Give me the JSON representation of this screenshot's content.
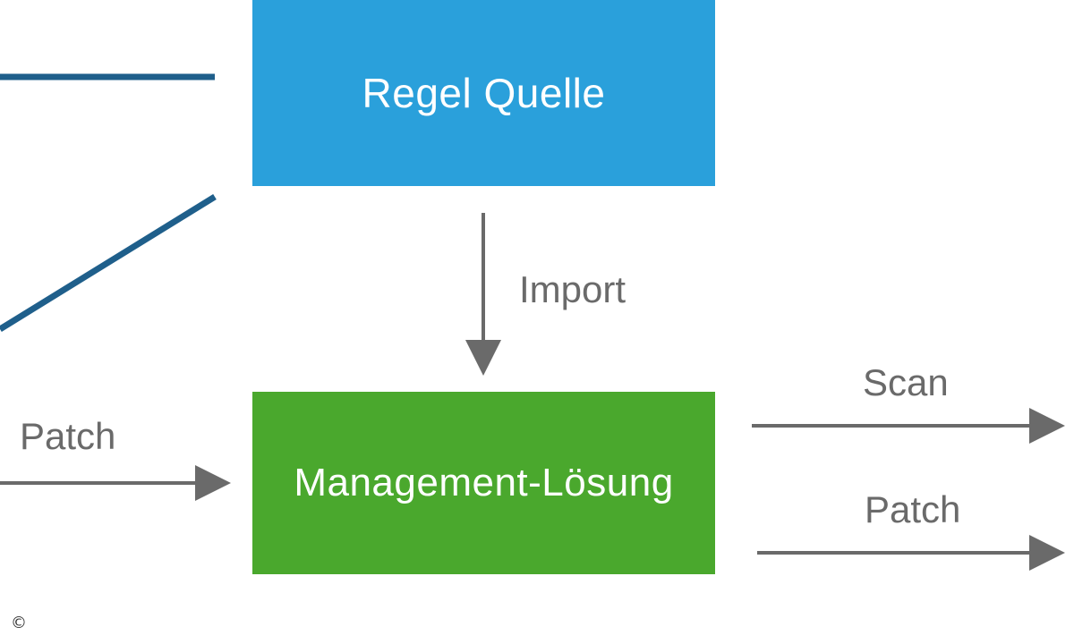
{
  "nodes": {
    "regel_quelle": "Regel Quelle",
    "management_loesung": "Management-Lösung"
  },
  "edges": {
    "import": "Import",
    "patch_in": "Patch",
    "scan_out": "Scan",
    "patch_out": "Patch"
  },
  "footer": {
    "copyright": "©"
  },
  "colors": {
    "regel_box": "#2aa0db",
    "management_box": "#4aa82d",
    "blue_line": "#1f5f8b",
    "gray_arrow": "#6a6a6a"
  }
}
